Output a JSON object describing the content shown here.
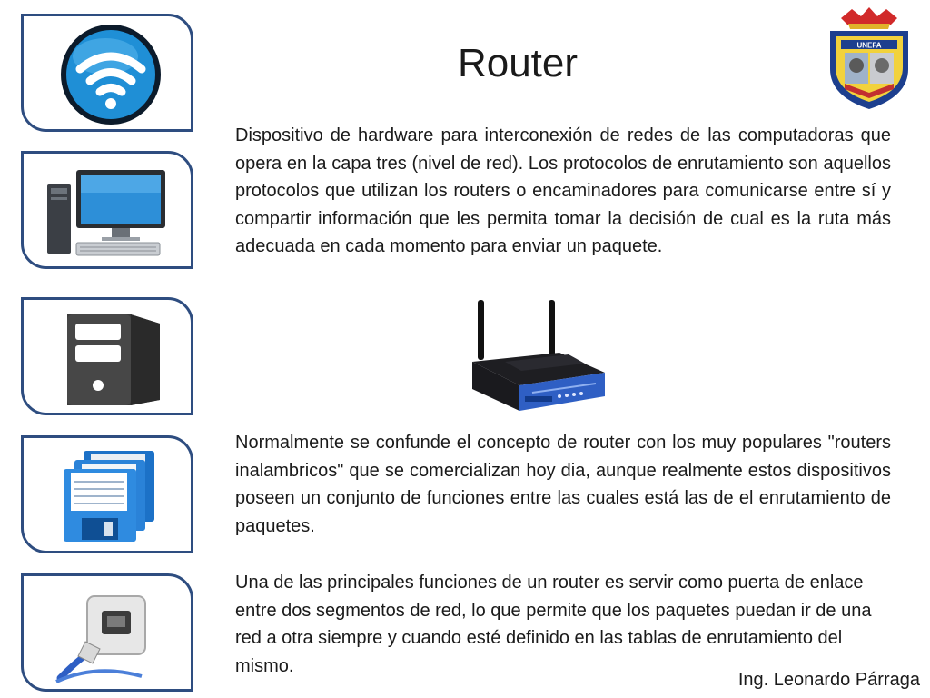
{
  "title": "Router",
  "paragraphs": [
    "Dispositivo de hardware para interconexión de redes de las computadoras que opera en la capa tres (nivel de red). Los protocolos de enrutamiento son aquellos protocolos que utilizan los routers o encaminadores para comunicarse entre sí y compartir información que les permita tomar la decisión de cual es la ruta más adecuada en cada momento para enviar un paquete.",
    "Normalmente se confunde el concepto de router con los muy populares \"routers inalambricos\" que se comercializan hoy dia, aunque realmente estos dispositivos poseen un conjunto de funciones entre las cuales está las de el enrutamiento de paquetes.",
    "Una de las principales funciones de un router es servir como puerta de enlace entre dos segmentos de red, lo que permite que los paquetes puedan ir de una red a otra siempre y cuando esté definido en las tablas de enrutamiento del mismo."
  ],
  "author": "Ing. Leonardo Párraga",
  "logo": {
    "text": "UNEFA"
  },
  "sidebar_icons": [
    "wifi-icon",
    "desktop-computer-icon",
    "server-tower-icon",
    "floppy-disks-icon",
    "network-cable-icon"
  ],
  "colors": {
    "card_border": "#2e4d80",
    "wifi_blue": "#1f8fd6",
    "router_blue": "#2f5fc4"
  }
}
